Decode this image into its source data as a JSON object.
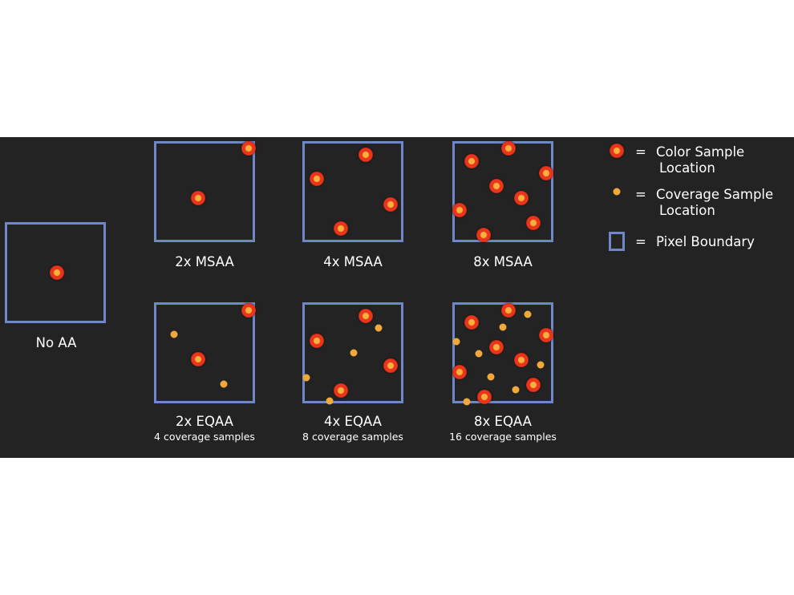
{
  "panels": {
    "no_aa": {
      "label": "No AA"
    },
    "msaa2": {
      "label": "2x MSAA"
    },
    "msaa4": {
      "label": "4x MSAA"
    },
    "msaa8": {
      "label": "8x MSAA"
    },
    "eqaa2": {
      "label": "2x EQAA",
      "sub": "4 coverage samples"
    },
    "eqaa4": {
      "label": "4x EQAA",
      "sub": "8 coverage samples"
    },
    "eqaa8": {
      "label": "8x EQAA",
      "sub": "16 coverage samples"
    }
  },
  "legend": {
    "equals": "=",
    "color_line1": "Color Sample",
    "color_line2": "Location",
    "coverage_line1": "Coverage Sample",
    "coverage_line2": "Location",
    "pixel": "Pixel Boundary"
  },
  "colors": {
    "background": "#232323",
    "pixel_boundary": "#6d87c8",
    "color_sample": "#e8351b",
    "coverage_sample": "#f3a83a"
  }
}
